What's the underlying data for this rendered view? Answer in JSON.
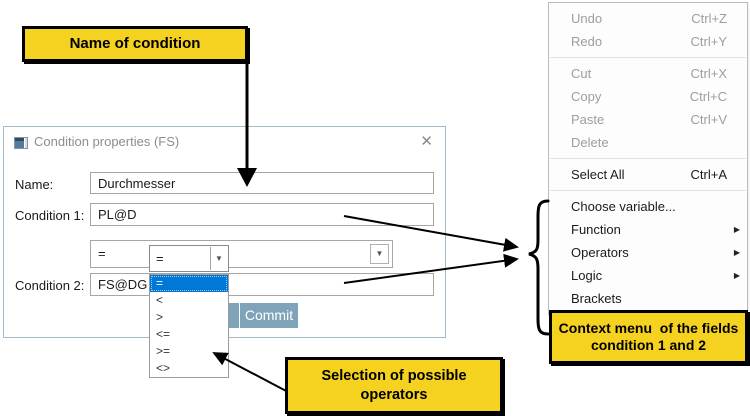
{
  "icons": {
    "dropdown_arrow": "▼",
    "submenu_arrow": "▶",
    "close": "✕"
  },
  "callout_name": {
    "text": "Name of condition"
  },
  "callout_operators": {
    "line1": "Selection of possible",
    "line2": "operators"
  },
  "callout_context": {
    "line1": "Context menu  of the fields",
    "line2": "condition 1 and 2"
  },
  "dialog": {
    "title": "Condition properties (FS)",
    "name_label": "Name:",
    "name_value": "Durchmesser",
    "condition1_label": "Condition 1:",
    "condition1_value": "PL@D",
    "condition2_label": "Condition 2:",
    "condition2_value": "FS@DG",
    "operator_value": "=",
    "operator_popup_value": "=",
    "selected_operator": "=",
    "operators": [
      "=",
      "<",
      ">",
      "<=",
      ">=",
      "<>"
    ],
    "commit_label": "Commit"
  },
  "context_menu": {
    "items": [
      {
        "label": "Undo",
        "shortcut": "Ctrl+Z",
        "enabled": false
      },
      {
        "label": "Redo",
        "shortcut": "Ctrl+Y",
        "enabled": false
      },
      {
        "label": "Cut",
        "shortcut": "Ctrl+X",
        "enabled": false
      },
      {
        "label": "Copy",
        "shortcut": "Ctrl+C",
        "enabled": false
      },
      {
        "label": "Paste",
        "shortcut": "Ctrl+V",
        "enabled": false
      },
      {
        "label": "Delete",
        "shortcut": "",
        "enabled": false
      },
      {
        "label": "Select All",
        "shortcut": "Ctrl+A",
        "enabled": true
      },
      {
        "label": "Choose variable...",
        "shortcut": "",
        "enabled": true
      },
      {
        "label": "Function",
        "shortcut": "",
        "enabled": true,
        "submenu": true
      },
      {
        "label": "Operators",
        "shortcut": "",
        "enabled": true,
        "submenu": true
      },
      {
        "label": "Logic",
        "shortcut": "",
        "enabled": true,
        "submenu": true
      },
      {
        "label": "Brackets",
        "shortcut": "",
        "enabled": true
      }
    ]
  },
  "colors": {
    "callout_yellow": "#f5d120",
    "selection_blue": "#0078d7",
    "commit_button": "#7fa3b8",
    "dialog_border": "#a4bac6",
    "disabled_text": "#9d9d9d"
  }
}
